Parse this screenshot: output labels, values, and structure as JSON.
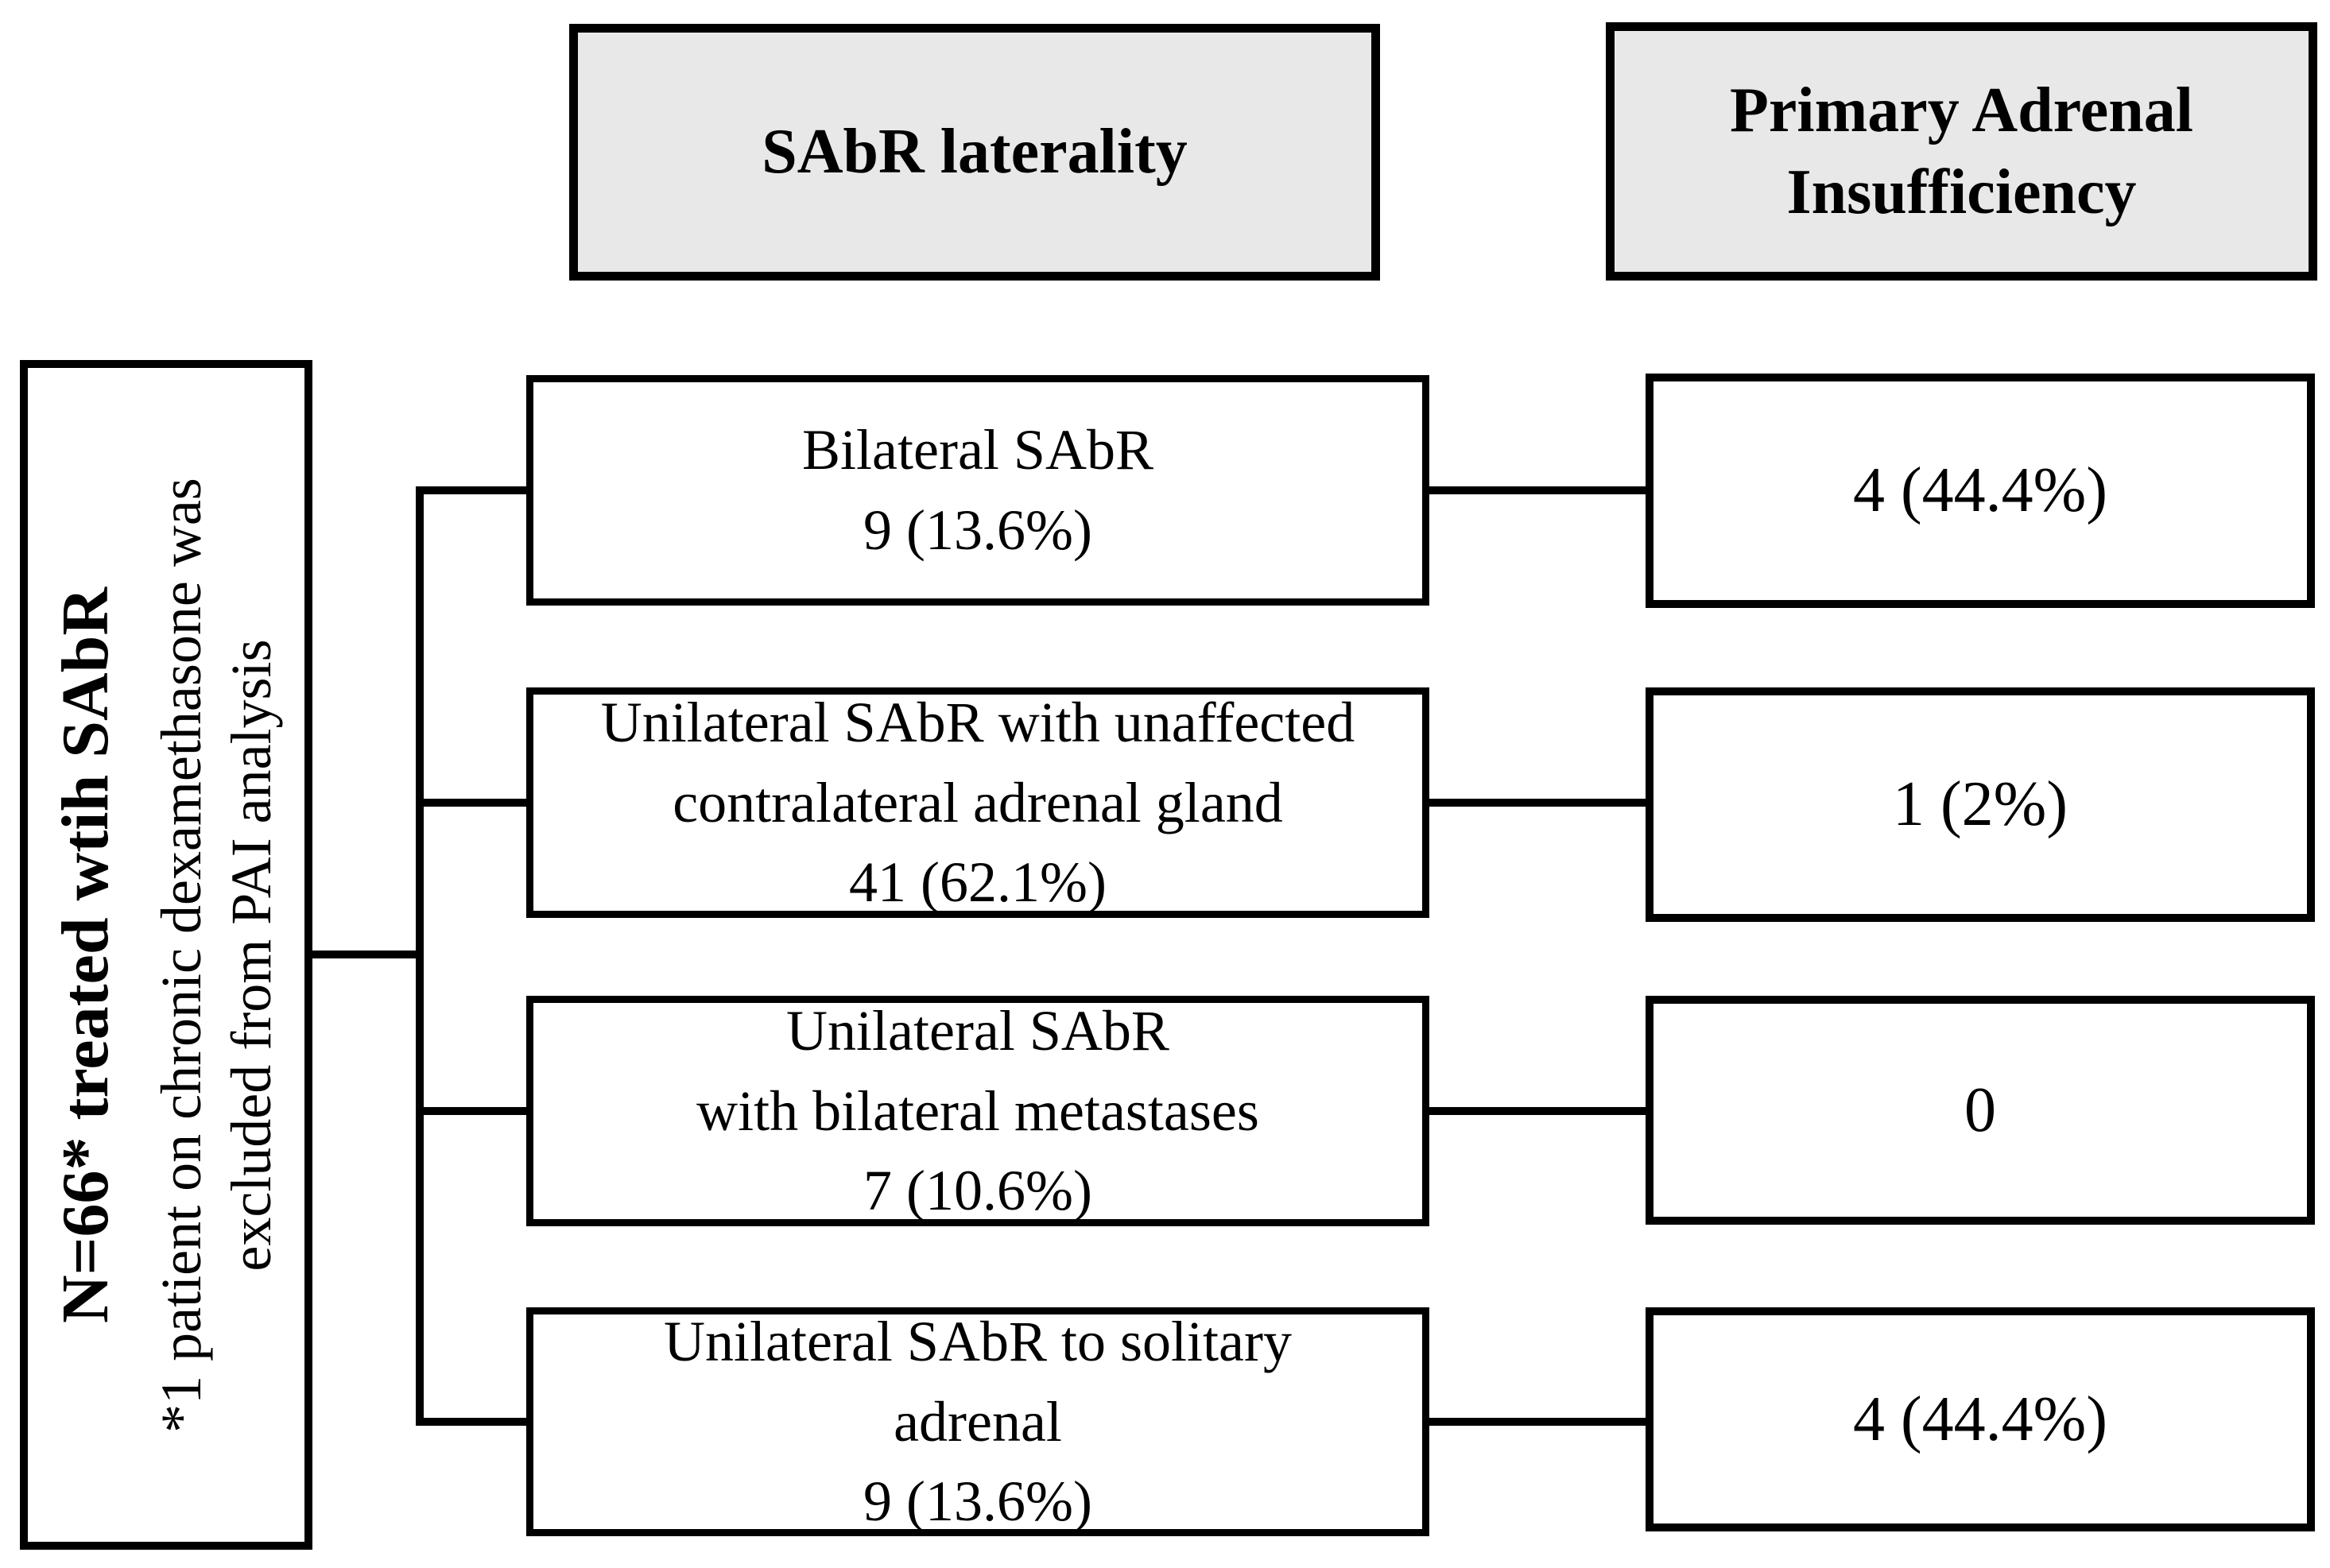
{
  "diagram": {
    "column_headers": {
      "laterality": "SAbR laterality",
      "pai": "Primary Adrenal Insufficiency"
    },
    "root": {
      "title": "N=66* treated wtih SAbR",
      "note_lines": [
        "*1 patient on chronic dexamethasone was",
        "excluded from PAI analysis"
      ]
    },
    "rows": [
      {
        "laterality_lines": [
          "Bilateral SAbR",
          "9 (13.6%)"
        ],
        "pai_value": "4 (44.4%)"
      },
      {
        "laterality_lines": [
          "Unilateral SAbR with unaffected",
          "contralateral adrenal gland",
          "41 (62.1%)"
        ],
        "pai_value": "1 (2%)"
      },
      {
        "laterality_lines": [
          "Unilateral SAbR",
          "with bilateral metastases",
          "7 (10.6%)"
        ],
        "pai_value": "0"
      },
      {
        "laterality_lines": [
          "Unilateral SAbR to solitary",
          "adrenal",
          "9 (13.6%)"
        ],
        "pai_value": "4 (44.4%)"
      }
    ],
    "colors": {
      "header_bg": "#e8e8e8",
      "line": "#000000"
    }
  }
}
